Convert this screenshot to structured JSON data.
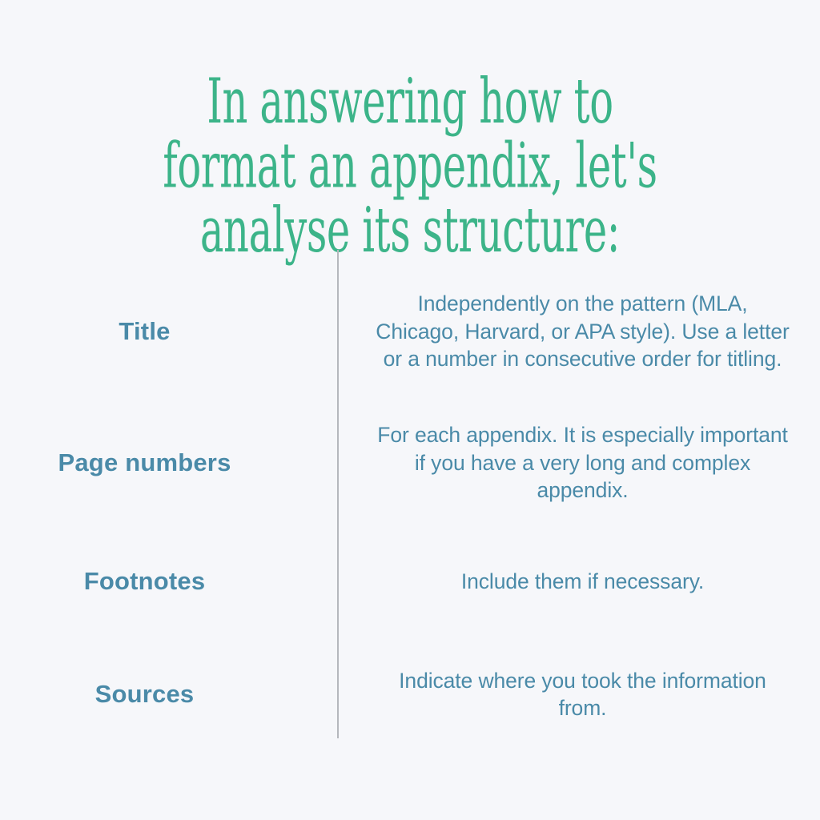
{
  "theme": {
    "background": "#f6f7fa",
    "heading_color": "#3cb489",
    "label_color": "#4a8aa8",
    "body_color": "#4a8aa8",
    "divider_color": "#b5b8bd"
  },
  "heading": {
    "text": "In answering how to\nformat an appendix, let's\nanalyse its structure:"
  },
  "table": {
    "rows": [
      {
        "label": "Title",
        "body": "Independently on the pattern (MLA, Chicago, Harvard, or APA style). Use a letter or a number in consecutive order for titling."
      },
      {
        "label": "Page numbers",
        "body": "For each appendix. It is especially important if you have a very long and complex appendix."
      },
      {
        "label": "Footnotes",
        "body": "Include them if necessary."
      },
      {
        "label": "Sources",
        "body": "Indicate where you took the information from."
      }
    ]
  }
}
